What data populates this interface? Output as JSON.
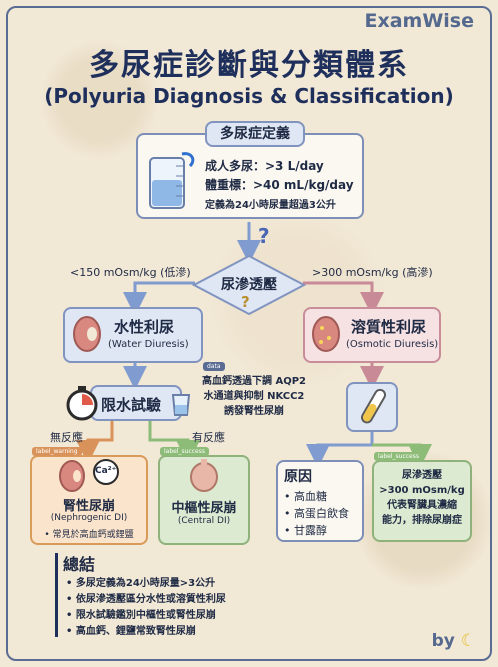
{
  "brand": "ExamWise",
  "byline": "by",
  "title": "多尿症診斷與分類體系",
  "subtitle": "(Polyuria Diagnosis & Classification)",
  "definition": {
    "header": "多尿症定義",
    "line1": "成人多尿：>3 L/day",
    "line2": "體重標：>40 mL/kg/day",
    "line3": "定義為24小時尿量超過3公升"
  },
  "decision": {
    "label": "尿滲透壓",
    "left_branch": "<150 mOsm/kg (低滲)",
    "right_branch": ">300 mOsm/kg (高滲)"
  },
  "water": {
    "title": "水性利尿",
    "subtitle": "(Water Diuresis)"
  },
  "osmotic": {
    "title": "溶質性利尿",
    "subtitle": "(Osmotic Diuresis)"
  },
  "data_note": {
    "tag": "data",
    "line1": "高血鈣透過下調 AQP2",
    "line2": "水通道與抑制 NKCC2",
    "line3": "誘發腎性尿崩"
  },
  "water_test": {
    "label": "限水試驗"
  },
  "branches": {
    "no_response": "無反應",
    "response": "有反應"
  },
  "nephrogenic": {
    "tag": "label_warning",
    "ion": "Ca²⁺",
    "title": "腎性尿崩",
    "subtitle": "(Nephrogenic DI)",
    "note": "• 常見於高血鈣或鋰鹽"
  },
  "central": {
    "tag": "label_success",
    "title": "中樞性尿崩",
    "subtitle": "(Central DI)"
  },
  "causes": {
    "title": "原因",
    "items": [
      "• 高血糖",
      "• 高蛋白飲食",
      "• 甘露醇"
    ]
  },
  "concentration": {
    "tag": "label_success",
    "line1": "尿滲透壓",
    "line2": ">300 mOsm/kg",
    "line3": "代表腎臟具濃縮",
    "line4": "能力，排除尿崩症"
  },
  "summary": {
    "title": "總結",
    "items": [
      "• 多尿定義為24小時尿量>3公升",
      "• 依尿滲透壓區分水性或溶質性利尿",
      "• 限水試驗鑑別中樞性或腎性尿崩",
      "• 高血鈣、鋰鹽常致腎性尿崩"
    ]
  },
  "colors": {
    "arrow_blue": "#7f9bd0",
    "arrow_pink": "#c98a97",
    "arrow_green": "#8dbb78",
    "arrow_orange": "#d9935a",
    "navy": "#1f2f5c"
  }
}
